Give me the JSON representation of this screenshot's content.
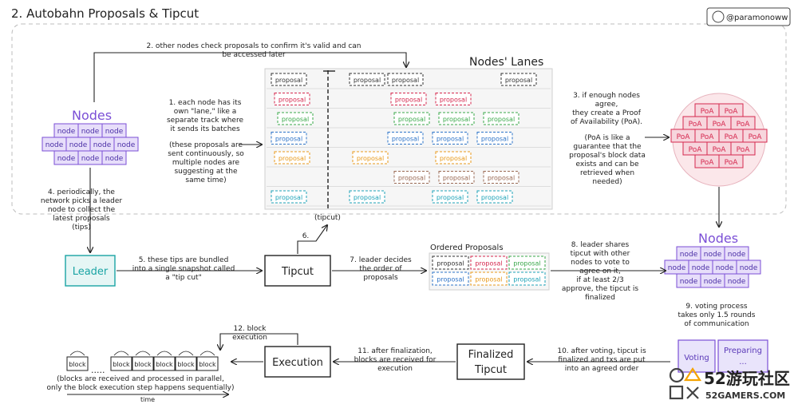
{
  "header": {
    "title": "2. Autobahn Proposals & Tipcut",
    "handle": "@paramonoww"
  },
  "watermark": {
    "line1": "52游玩社区",
    "line2": "52GAMERS.COM"
  },
  "colors": {
    "purple": "#7b4fd6",
    "purple_fill": "#e7defa",
    "teal": "#1aa4a4",
    "red": "#d5284e",
    "pink": "#f7d6dd",
    "gray": "#333333",
    "green": "#3aa84a",
    "blue": "#2e74c8",
    "orange": "#e89a1c",
    "brown": "#9a6a54",
    "cyan": "#1fa3b8"
  },
  "nodes_left": {
    "title": "Nodes",
    "cell": "node"
  },
  "nodes_right": {
    "title": "Nodes",
    "cell": "node"
  },
  "lanes": {
    "title": "Nodes' Lanes",
    "proposal_label": "proposal",
    "tipcut_label": "(tipcut)",
    "rows": [
      {
        "color": "gray",
        "items": [
          0,
          1,
          2,
          5
        ]
      },
      {
        "color": "red",
        "items": [
          0,
          2,
          3
        ]
      },
      {
        "color": "green",
        "items": [
          0,
          2,
          3,
          4
        ]
      },
      {
        "color": "blue",
        "items": [
          0,
          2,
          3,
          4
        ]
      },
      {
        "color": "orange",
        "items": [
          0,
          1,
          3
        ]
      },
      {
        "color": "brown",
        "items": [
          2,
          3,
          4
        ]
      },
      {
        "color": "cyan",
        "items": [
          0,
          1,
          3,
          4
        ]
      }
    ]
  },
  "ordered": {
    "title": "Ordered Proposals",
    "label": "proposal",
    "rows": [
      [
        "gray",
        "red",
        "green"
      ],
      [
        "blue",
        "orange",
        "cyan"
      ]
    ]
  },
  "boxes": {
    "leader": "Leader",
    "tipcut": "Tipcut",
    "execution": "Execution",
    "finalized_1": "Finalized",
    "finalized_2": "Tipcut",
    "voting": "Voting",
    "preparing_1": "Preparing",
    "preparing_2": "..."
  },
  "poa": {
    "label": "PoA"
  },
  "blocks": {
    "label": "block",
    "ellipsis": ".....",
    "time": "time"
  },
  "notes": {
    "n1": [
      "1. each node has its",
      "own \"lane,\" like a",
      "separate track where",
      "it sends its batches"
    ],
    "n1b": [
      "(these proposals are",
      "sent continuously, so",
      "multiple nodes are",
      "suggesting at the",
      "same time)"
    ],
    "n2": [
      "2. other nodes check proposals to confirm it's valid and can",
      "be accessed later"
    ],
    "n3": [
      "3. if enough nodes",
      "agree,",
      "they create a Proof",
      "of Availability (PoA)."
    ],
    "n3b": [
      "(PoA is like a",
      "guarantee that the",
      "proposal's block data",
      "exists and can be",
      "retrieved when",
      "needed)"
    ],
    "n4": [
      "4. periodically, the",
      "network picks a leader",
      "node to collect the",
      "latest proposals",
      "(tips)"
    ],
    "n5": [
      "5. these tips are bundled",
      "into a single snapshot called",
      "a \"tip cut\""
    ],
    "n6": "6.",
    "n7": [
      "7. leader decides",
      "the order of",
      "proposals"
    ],
    "n8": [
      "8. leader shares",
      "tipcut with other",
      "nodes to vote to",
      "agree on it,",
      "if at least 2/3",
      "approve, the tipcut is",
      "finalized"
    ],
    "n9": [
      "9. voting process",
      "takes only 1.5 rounds",
      "of communication"
    ],
    "n10": [
      "10. after voting, tipcut is",
      "finalized and txs are put",
      "into an agreed order"
    ],
    "n11": [
      "11. after finalization,",
      "blocks are received for",
      "execution"
    ],
    "n12": [
      "12. block",
      "execution"
    ],
    "nb": [
      "(blocks are received and processed in parallel,",
      "only the block execution step happens sequentially)"
    ]
  }
}
